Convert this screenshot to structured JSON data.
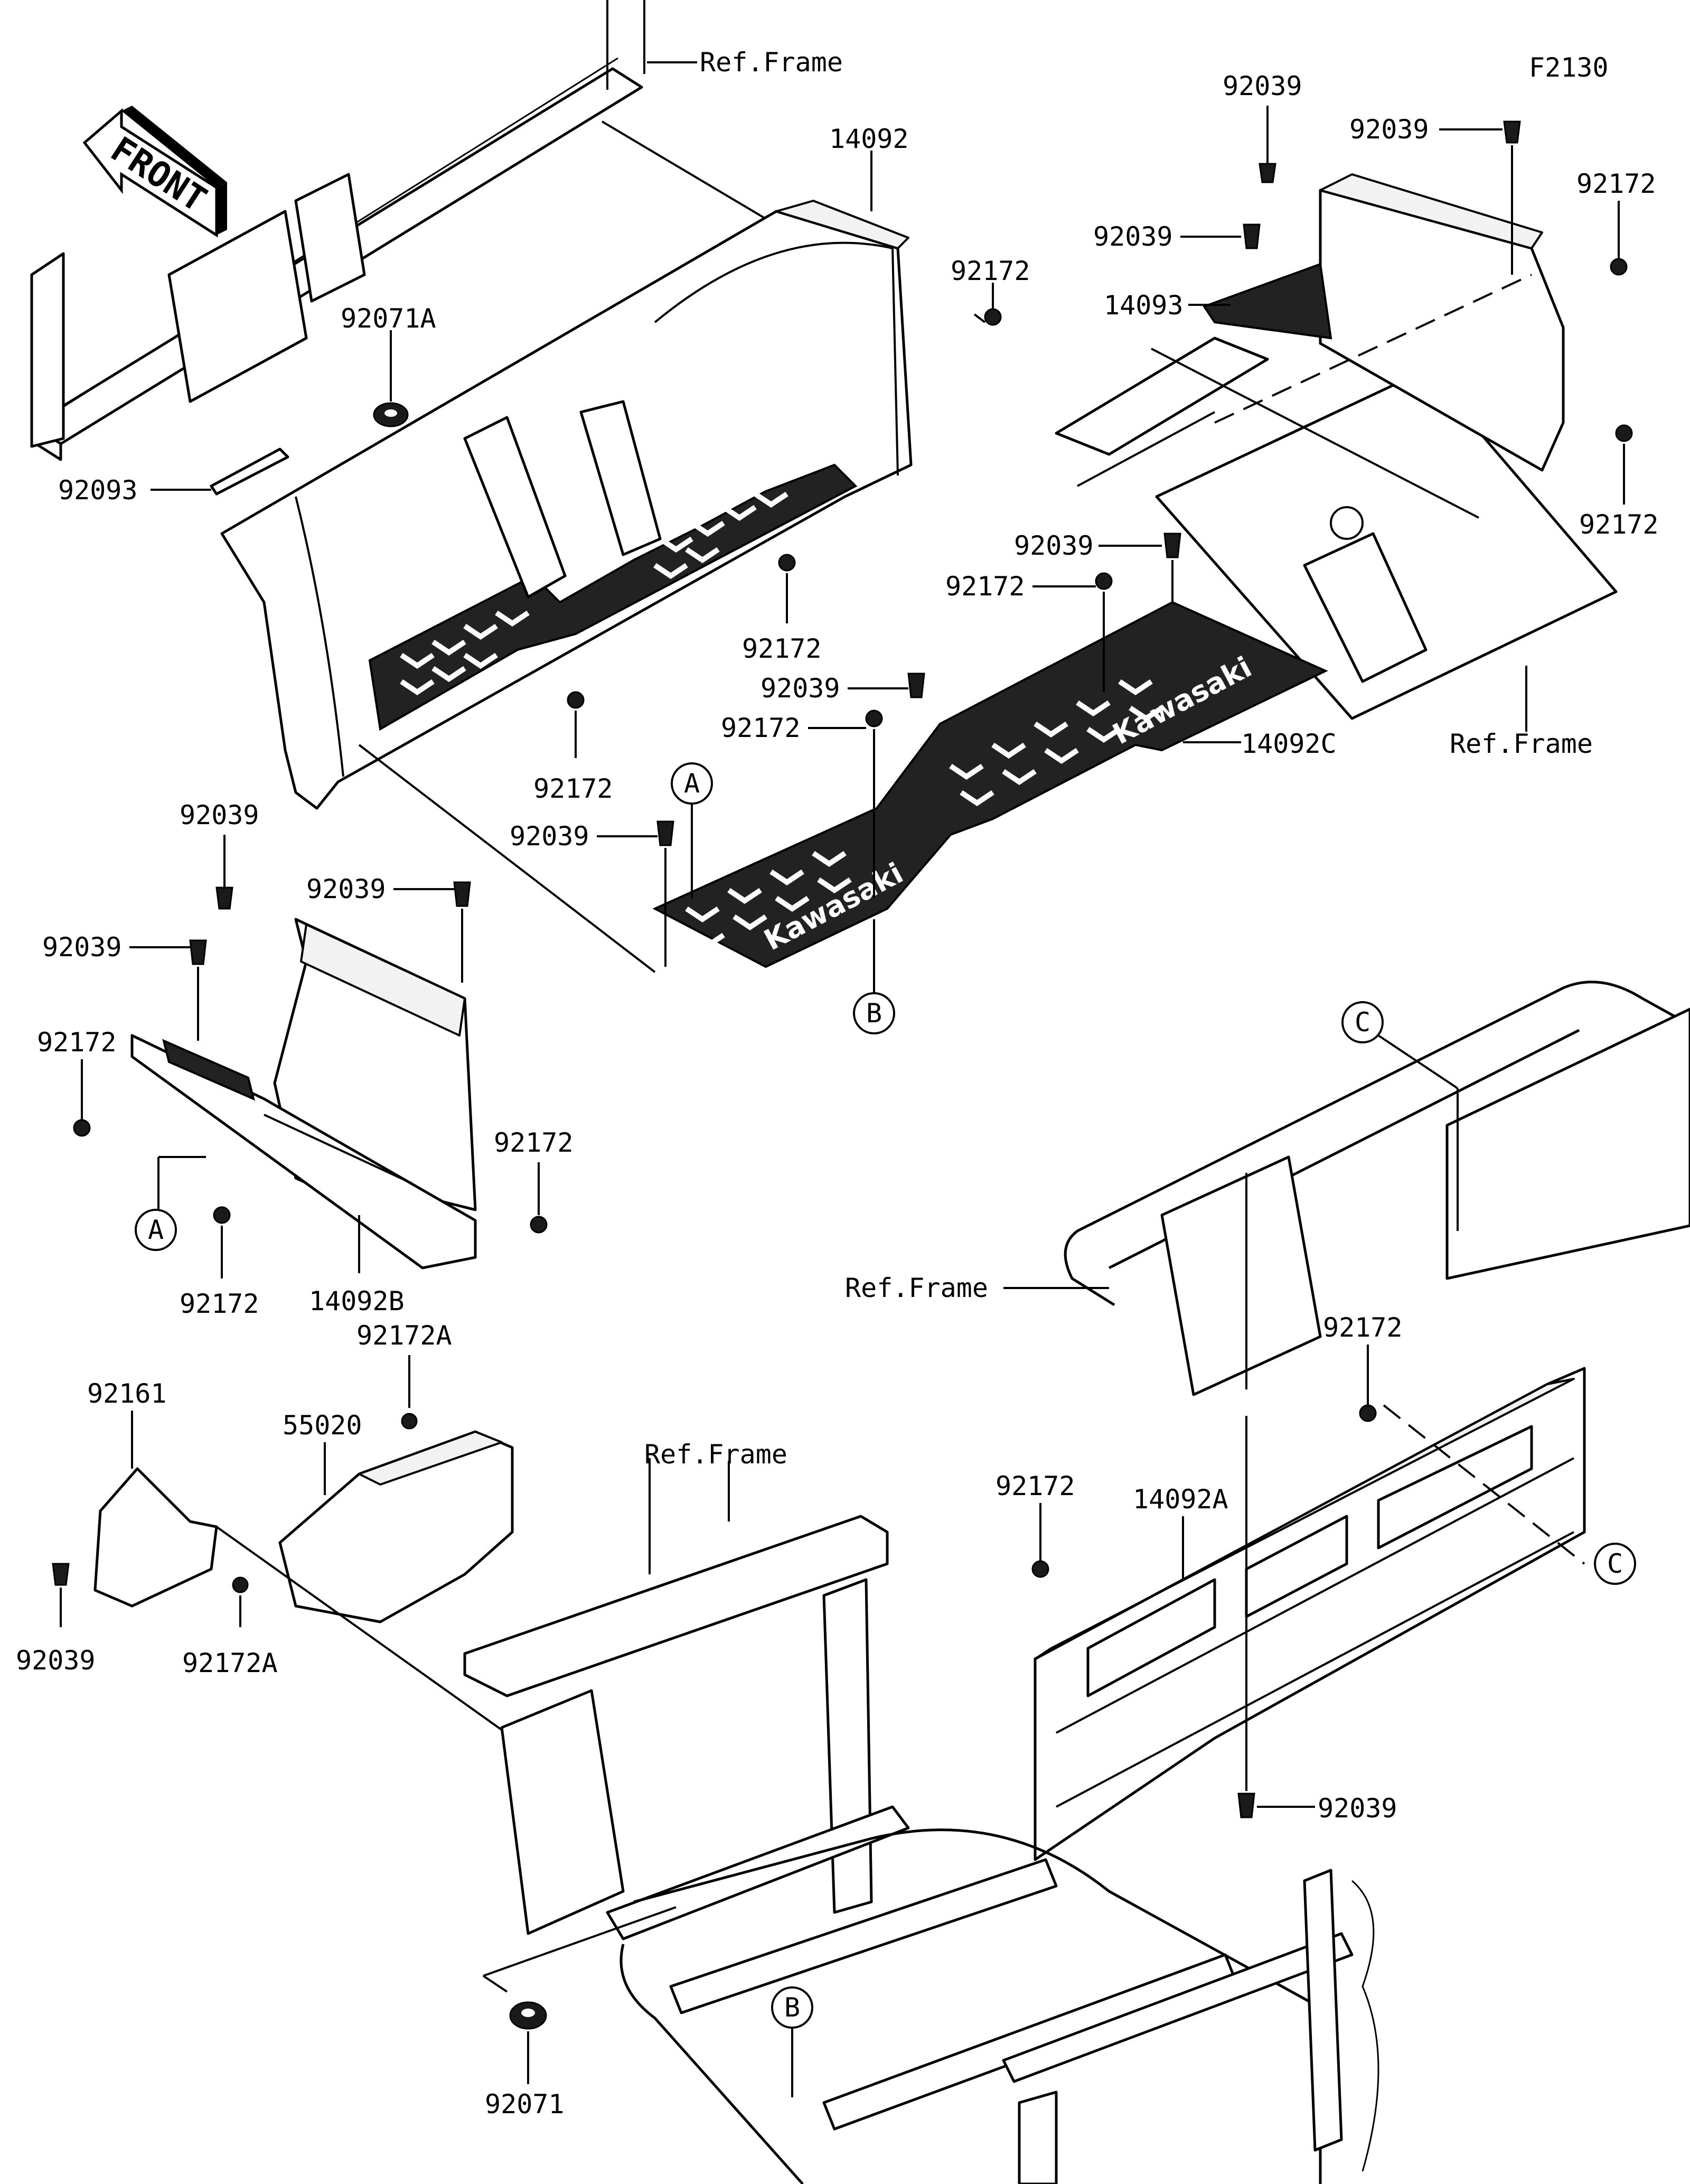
{
  "diagram_id": "F2130",
  "front_label": "FRONT",
  "mat_logo": "Kawasaki",
  "labels": {
    "ref_frame_top": "Ref.Frame",
    "ref_frame_right": "Ref.Frame",
    "ref_frame_mid": "Ref.Frame",
    "ref_frame_bottom": "Ref.Frame",
    "p14092": "14092",
    "p92172_a": "92172",
    "p92071A": "92071A",
    "p92093": "92093",
    "p92172_b": "92172",
    "p92172_c": "92172",
    "p92039_tr1": "92039",
    "p92039_tr2": "92039",
    "p92172_tr1": "92172",
    "p92039_tr3": "92039",
    "p14093": "14093",
    "p92172_tr2": "92172",
    "p92039_m1": "92039",
    "p92172_m1": "92172",
    "p92039_m2": "92039",
    "p92172_m2": "92172",
    "p14092C": "14092C",
    "p92039_m3": "92039",
    "p92039_l1": "92039",
    "p92039_l2": "92039",
    "p92039_l3": "92039",
    "p92172_l1": "92172",
    "p92172_l2": "92172",
    "p92172_l3": "92172",
    "p14092B": "14092B",
    "p92172A_top": "92172A",
    "p92161": "92161",
    "p55020": "55020",
    "p92039_bl": "92039",
    "p92172A_bot": "92172A",
    "p92172_r1": "92172",
    "p92172_r2": "92172",
    "p14092A": "14092A",
    "p92039_r": "92039",
    "p92071": "92071"
  },
  "refs": {
    "A1": "A",
    "A2": "A",
    "B1": "B",
    "B2": "B",
    "C1": "C",
    "C2": "C"
  }
}
